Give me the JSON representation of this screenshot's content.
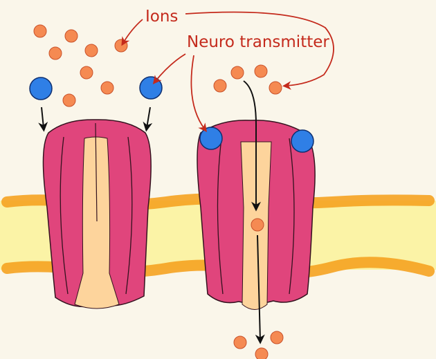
{
  "labels": {
    "ions": "Ions",
    "neurotransmitter": "Neuro transmitter"
  },
  "colors": {
    "background": "#faf6ea",
    "membrane_core": "#fbf3a6",
    "membrane_edge": "#f5a321",
    "channel": "#e0457c",
    "channel_outline": "#33121e",
    "pore": "#fdd49c",
    "ion_fill": "#f58a52",
    "ion_stroke": "#c8512a",
    "neurotransmitter_fill": "#2f7fe6",
    "neurotransmitter_stroke": "#0e2f70",
    "annotation": "#c42a1c",
    "flow_arrow": "#111111"
  },
  "icons": {
    "ion": "orange-circle",
    "neurotransmitter": "blue-circle",
    "closed_channel": "ion-channel-closed",
    "open_channel": "ion-channel-open"
  }
}
